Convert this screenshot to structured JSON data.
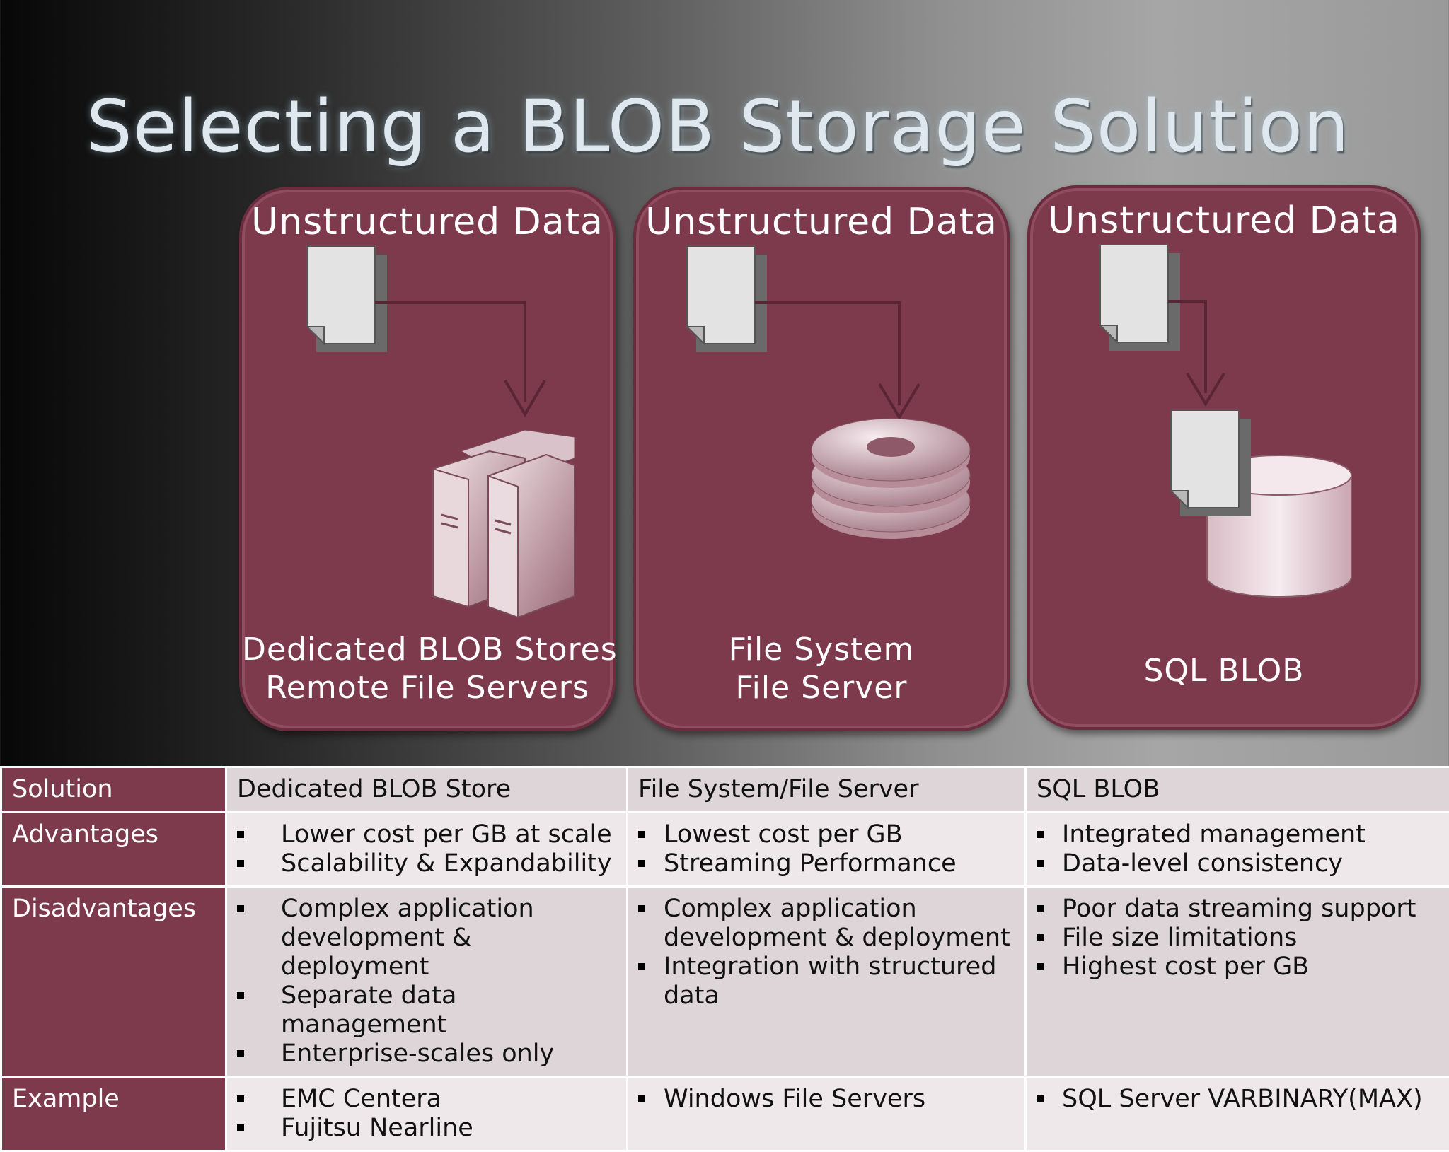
{
  "title": "Selecting a BLOB Storage Solution",
  "panels": [
    {
      "heading": "Unstructured Data",
      "caption_lines": [
        "Dedicated BLOB Stores",
        "Remote File Servers"
      ],
      "illustration": "server-towers-icon"
    },
    {
      "heading": "Unstructured Data",
      "caption_lines": [
        "File System",
        "File Server"
      ],
      "illustration": "disk-platters-icon"
    },
    {
      "heading": "Unstructured Data",
      "caption_lines": [
        "SQL BLOB"
      ],
      "illustration": "database-cylinder-icon"
    }
  ],
  "table": {
    "rows": {
      "solution": "Solution",
      "advantages": "Advantages",
      "disadvantages": "Disadvantages",
      "example": "Example"
    },
    "columns": [
      {
        "solution": "Dedicated BLOB Store",
        "advantages": [
          "Lower cost per GB at scale",
          "Scalability & Expandability"
        ],
        "disadvantages": [
          "Complex application development & deployment",
          "Separate data management",
          "Enterprise-scales only"
        ],
        "example": [
          "EMC Centera",
          "Fujitsu Nearline"
        ]
      },
      {
        "solution": "File System/File Server",
        "advantages": [
          "Lowest cost per GB",
          "Streaming Performance"
        ],
        "disadvantages": [
          "Complex application development & deployment",
          "Integration with structured data"
        ],
        "example": [
          "Windows File Servers"
        ]
      },
      {
        "solution": "SQL BLOB",
        "advantages": [
          "Integrated management",
          "Data-level consistency"
        ],
        "disadvantages": [
          "Poor data streaming support",
          "File size limitations",
          "Highest cost per GB"
        ],
        "example": [
          "SQL Server VARBINARY(MAX)"
        ]
      }
    ]
  },
  "colors": {
    "panel": "#7d3a4d",
    "table_head": "#7d3a4d",
    "row_light": "#efe8eb",
    "row_dark": "#ddd5d8"
  }
}
